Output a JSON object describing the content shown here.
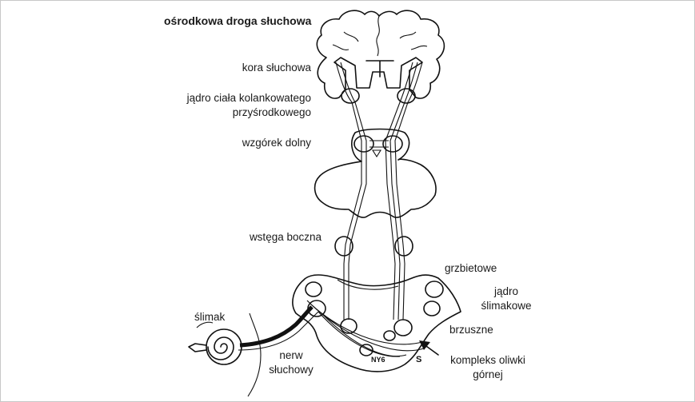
{
  "title": "ośrodkowa droga słuchowa",
  "labels": {
    "auditory_cortex": "kora słuchowa",
    "mgn_line1": "jądro ciała kolankowatego",
    "mgn_line2": "przyśrodkowego",
    "inferior_colliculus": "wzgórek dolny",
    "lateral_lemniscus": "wstęga boczna",
    "dorsal": "grzbietowe",
    "cochlear_nucleus_line1": "jądro",
    "cochlear_nucleus_line2": "ślimakowe",
    "ventral": "brzuszne",
    "cochlea": "ślimak",
    "nerve_line1": "nerw",
    "nerve_line2": "słuchowy",
    "olive_line1": "kompleks oliwki",
    "olive_line2": "górnej"
  },
  "colors": {
    "ink": "#111111",
    "text": "#1a1a1a",
    "border": "#c8c8c8",
    "background": "#ffffff"
  }
}
